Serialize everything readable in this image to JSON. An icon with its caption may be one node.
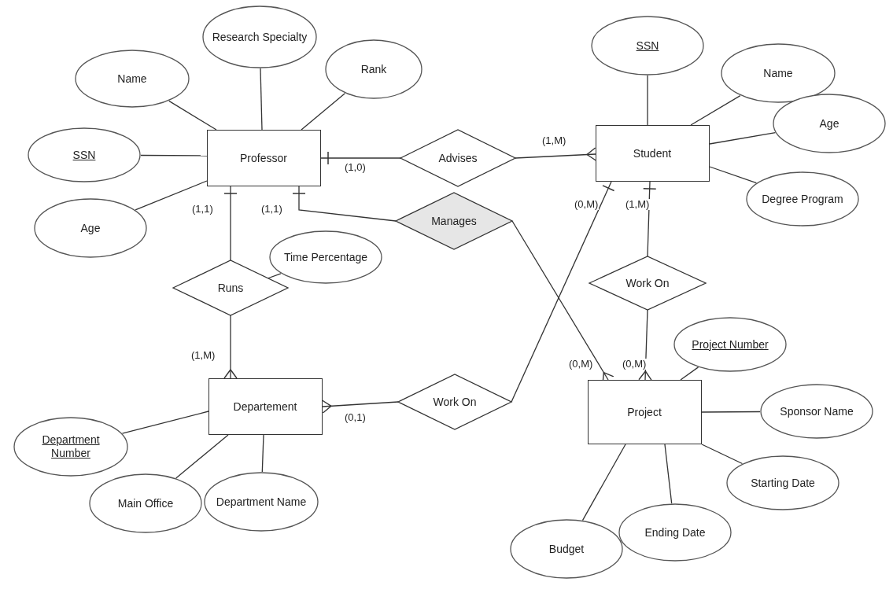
{
  "diagram": {
    "nodes": [
      {
        "text": [
          "Professor"
        ]
      },
      {
        "text": [
          "Student"
        ]
      },
      {
        "text": [
          "Departement"
        ]
      },
      {
        "text": [
          "Project"
        ]
      },
      {
        "text": [
          "Advises"
        ]
      },
      {
        "text": [
          "Manages"
        ]
      },
      {
        "text": [
          "Runs"
        ]
      },
      {
        "text": [
          "Work On"
        ]
      },
      {
        "text": [
          "Work On"
        ]
      },
      {
        "text": [
          "Name"
        ]
      },
      {
        "text": [
          "Research Specialty"
        ]
      },
      {
        "text": [
          "Rank"
        ]
      },
      {
        "text": [
          "SSN"
        ]
      },
      {
        "text": [
          "Age"
        ]
      },
      {
        "text": [
          "Time Percentage"
        ]
      },
      {
        "text": [
          "SSN"
        ]
      },
      {
        "text": [
          "Name"
        ]
      },
      {
        "text": [
          "Age"
        ]
      },
      {
        "text": [
          "Degree Program"
        ]
      },
      {
        "text": [
          "Project Number"
        ]
      },
      {
        "text": [
          "Sponsor Name"
        ]
      },
      {
        "text": [
          "Starting Date"
        ]
      },
      {
        "text": [
          "Ending Date"
        ]
      },
      {
        "text": [
          "Budget"
        ]
      },
      {
        "text": [
          "Department Number"
        ]
      },
      {
        "text": [
          "Main Office"
        ]
      },
      {
        "text": [
          "Department Name"
        ]
      }
    ],
    "edges": [
      {
        "from": 4,
        "to": 0,
        "arrow": "other",
        "label": "(1,0)"
      },
      {
        "from": 4,
        "to": 1,
        "arrow": "other",
        "label": "(1,M)"
      },
      {
        "from": 5,
        "to": 0,
        "arrow": "other",
        "label": "(1,1)"
      },
      {
        "from": 5,
        "to": 3,
        "arrow": "other",
        "label": "(0,M)"
      },
      {
        "from": 6,
        "to": 0,
        "arrow": "other",
        "label": "(1,1)"
      },
      {
        "from": 6,
        "to": 2,
        "arrow": "other",
        "label": "(1,M)"
      },
      {
        "from": 7,
        "to": 1,
        "arrow": "other",
        "label": "(1,M)"
      },
      {
        "from": 7,
        "to": 3,
        "arrow": "other",
        "label": "(0,M)"
      },
      {
        "from": 8,
        "to": 2,
        "arrow": "other",
        "label": "(0,1)"
      },
      {
        "from": 8,
        "to": 1,
        "arrow": "other",
        "label": "(0,M)"
      },
      {
        "from": 9,
        "to": 0,
        "arrow": "none"
      },
      {
        "from": 10,
        "to": 0,
        "arrow": "none"
      },
      {
        "from": 11,
        "to": 0,
        "arrow": "none"
      },
      {
        "from": 12,
        "to": 0,
        "arrow": "none"
      },
      {
        "from": 13,
        "to": 0,
        "arrow": "none"
      },
      {
        "from": 14,
        "to": 6,
        "arrow": "none"
      },
      {
        "from": 15,
        "to": 1,
        "arrow": "none"
      },
      {
        "from": 16,
        "to": 1,
        "arrow": "none"
      },
      {
        "from": 17,
        "to": 1,
        "arrow": "none"
      },
      {
        "from": 18,
        "to": 1,
        "arrow": "none"
      },
      {
        "from": 19,
        "to": 3,
        "arrow": "none"
      },
      {
        "from": 20,
        "to": 3,
        "arrow": "none"
      },
      {
        "from": 21,
        "to": 3,
        "arrow": "none"
      },
      {
        "from": 22,
        "to": 3,
        "arrow": "none"
      },
      {
        "from": 23,
        "to": 3,
        "arrow": "none"
      },
      {
        "from": 24,
        "to": 2,
        "arrow": "none"
      },
      {
        "from": 25,
        "to": 2,
        "arrow": "none"
      },
      {
        "from": 26,
        "to": 2,
        "arrow": "none"
      }
    ]
  }
}
